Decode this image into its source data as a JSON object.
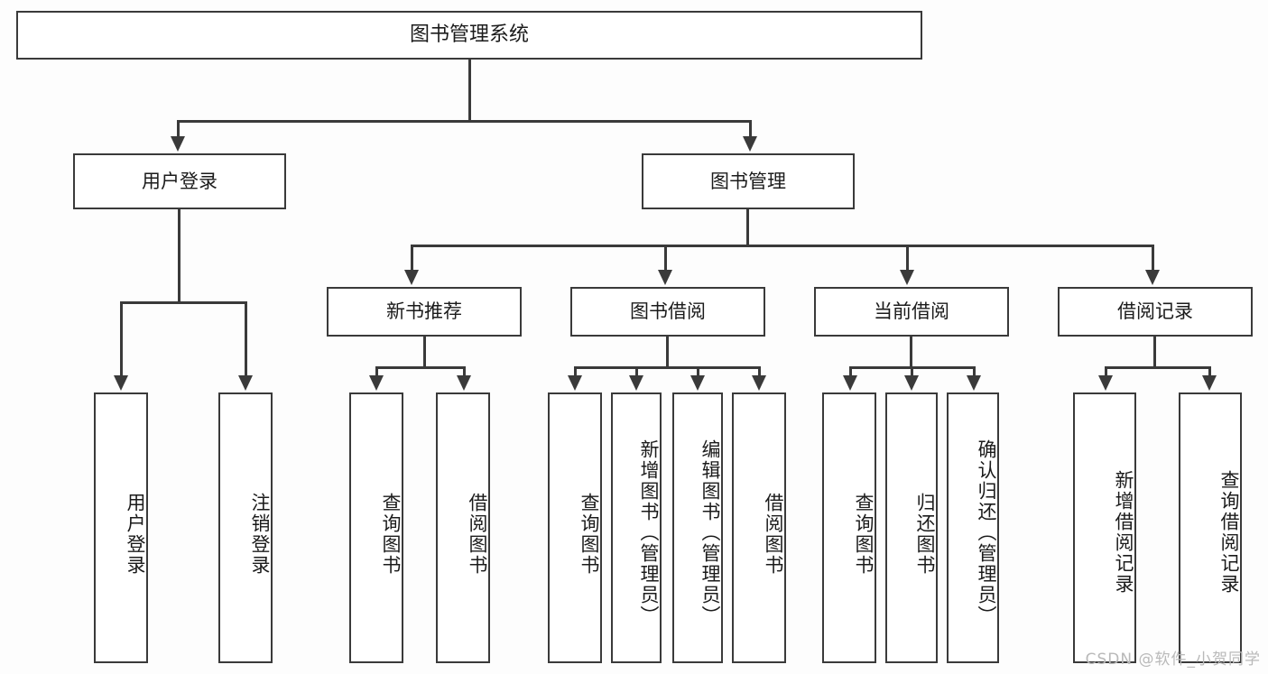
{
  "diagram": {
    "title": "图书管理系统",
    "type": "tree",
    "root": {
      "label": "图书管理系统"
    },
    "level1": [
      {
        "label": "用户登录"
      },
      {
        "label": "图书管理"
      }
    ],
    "level2": [
      {
        "label": "新书推荐"
      },
      {
        "label": "图书借阅"
      },
      {
        "label": "当前借阅"
      },
      {
        "label": "借阅记录"
      }
    ],
    "leaves": {
      "user_login": [
        {
          "label": "用户登录"
        },
        {
          "label": "注销登录"
        }
      ],
      "new_book_recommend": [
        {
          "label": "查询图书"
        },
        {
          "label": "借阅图书"
        }
      ],
      "book_borrow": [
        {
          "label": "查询图书"
        },
        {
          "label": "新增图书（管理员）"
        },
        {
          "label": "编辑图书（管理员）"
        },
        {
          "label": "借阅图书"
        }
      ],
      "current_borrow": [
        {
          "label": "查询图书"
        },
        {
          "label": "归还图书"
        },
        {
          "label": "确认归还（管理员）"
        }
      ],
      "borrow_record": [
        {
          "label": "新增借阅记录"
        },
        {
          "label": "查询借阅记录"
        }
      ]
    }
  },
  "watermark": {
    "text": "CSDN @软件_小贺同学"
  },
  "colors": {
    "background": "#fdfdfd",
    "box_fill": "#ffffff",
    "line": "#3a3a3a",
    "text": "#1b1b1b",
    "watermark": "#b9b9b9"
  }
}
